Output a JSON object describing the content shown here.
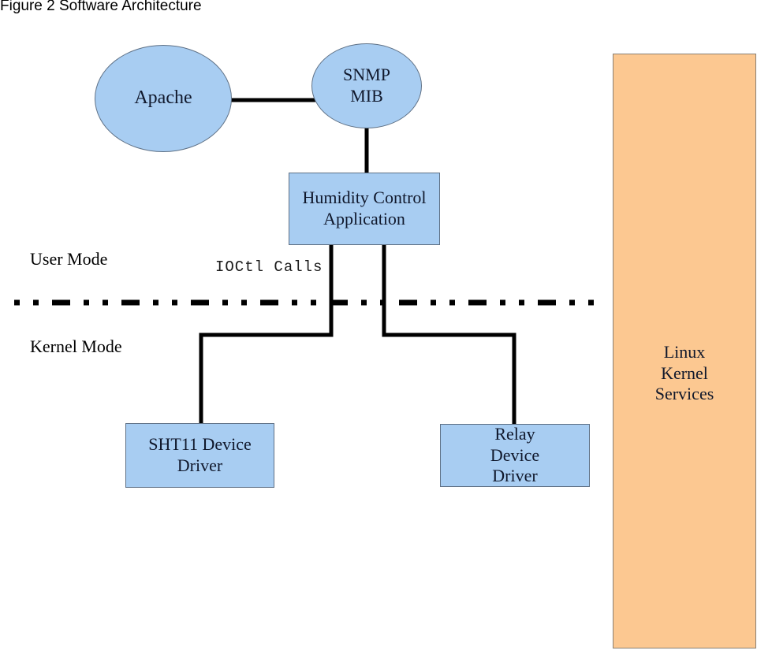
{
  "title": "Figure 2 Software Architecture",
  "colors": {
    "node_fill": "#a8cdf2",
    "node_border": "#5f7186",
    "kernel_fill": "#fcc891",
    "kernel_border": "#8a7f72",
    "line": "#000000",
    "text": "#10182c"
  },
  "nodes": {
    "apache": {
      "label": "Apache",
      "shape": "ellipse"
    },
    "snmp_mib": {
      "label": "SNMP\nMIB",
      "shape": "ellipse"
    },
    "humidity_app": {
      "label": "Humidity Control\nApplication",
      "shape": "box"
    },
    "sht11_driver": {
      "label": "SHT11 Device\nDriver",
      "shape": "box"
    },
    "relay_driver": {
      "label": "Relay\nDevice\nDriver",
      "shape": "box"
    },
    "linux_kernel": {
      "label": "Linux\nKernel\nServices",
      "shape": "box"
    }
  },
  "labels": {
    "user_mode": "User Mode",
    "kernel_mode": "Kernel Mode",
    "ioctl": "IOCtl Calls"
  },
  "edges": [
    {
      "from": "apache",
      "to": "snmp_mib"
    },
    {
      "from": "snmp_mib",
      "to": "humidity_app"
    },
    {
      "from": "humidity_app",
      "to": "sht11_driver"
    },
    {
      "from": "humidity_app",
      "to": "relay_driver"
    }
  ],
  "separator": {
    "style": "dash-dot-dot",
    "divides": [
      "User Mode",
      "Kernel Mode"
    ]
  }
}
